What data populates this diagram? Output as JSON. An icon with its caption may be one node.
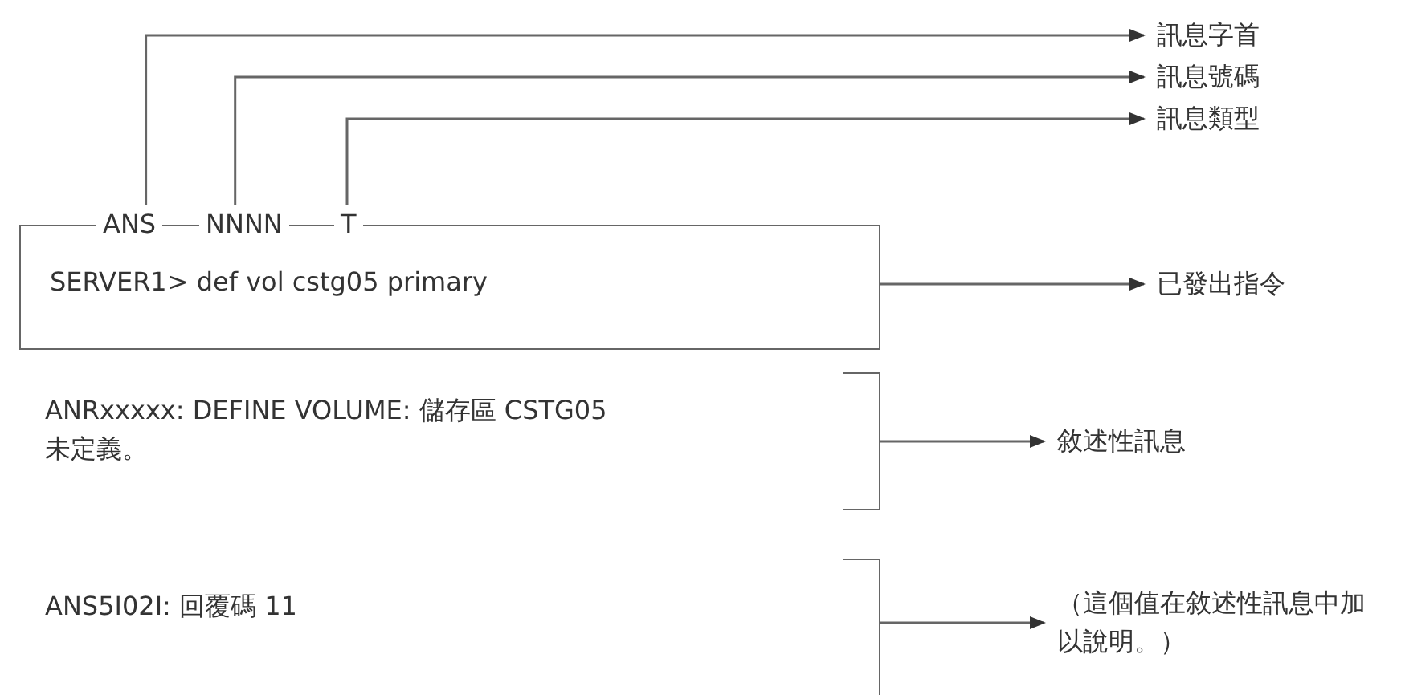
{
  "diagram": {
    "nodes": [
      {
        "text": [
          "ANS"
        ]
      },
      {
        "text": [
          "NNNN"
        ]
      },
      {
        "text": [
          "T"
        ]
      },
      {
        "text": [
          "訊息字首"
        ]
      },
      {
        "text": [
          "訊息號碼"
        ]
      },
      {
        "text": [
          "訊息類型"
        ]
      },
      {
        "text": [
          "SERVER1> def vol cstg05 primary"
        ]
      },
      {
        "text": [
          "已發出指令"
        ]
      },
      {
        "text": [
          "ANRxxxxx: DEFINE VOLUME: 儲存區 CSTG05 未定義。"
        ]
      },
      {
        "text": [
          "敘述性訊息"
        ]
      },
      {
        "text": [
          "ANS5I02I: 回覆碼 11"
        ]
      },
      {
        "text": [
          "（這個值在敘述性訊息中加以說明。）"
        ]
      }
    ],
    "edges": [
      {
        "from": 0,
        "to": 3,
        "arrow": "to"
      },
      {
        "from": 1,
        "to": 4,
        "arrow": "to"
      },
      {
        "from": 2,
        "to": 5,
        "arrow": "to"
      },
      {
        "from": 6,
        "to": 7,
        "arrow": "to"
      },
      {
        "from": 8,
        "to": 9,
        "arrow": "to"
      },
      {
        "from": 10,
        "to": 11,
        "arrow": "to"
      }
    ]
  }
}
